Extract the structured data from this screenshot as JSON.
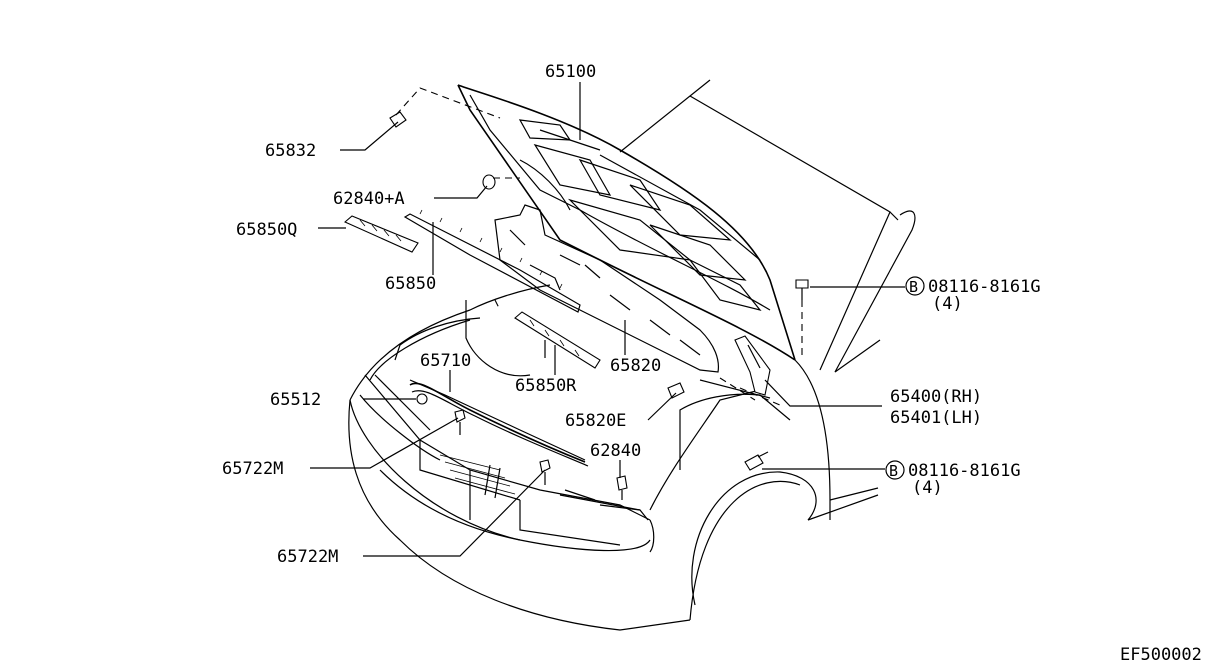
{
  "diagram": {
    "labels": {
      "p65100": "65100",
      "p65832": "65832",
      "p62840a": "62840+A",
      "p65850q": "65850Q",
      "p65850": "65850",
      "p65710": "65710",
      "p65850r": "65850R",
      "p65820": "65820",
      "p65512": "65512",
      "p65820e": "65820E",
      "p62840": "62840",
      "p65722m_top": "65722M",
      "p65722m_bottom": "65722M",
      "p65400": "65400(RH)",
      "p65401": "65401(LH)",
      "bolt_top_code": "08116-8161G",
      "bolt_top_qty": "(4)",
      "bolt_bottom_code": "08116-8161G",
      "bolt_bottom_qty": "(4)",
      "bolt_marker": "B"
    },
    "figure_code": "EF500002"
  }
}
